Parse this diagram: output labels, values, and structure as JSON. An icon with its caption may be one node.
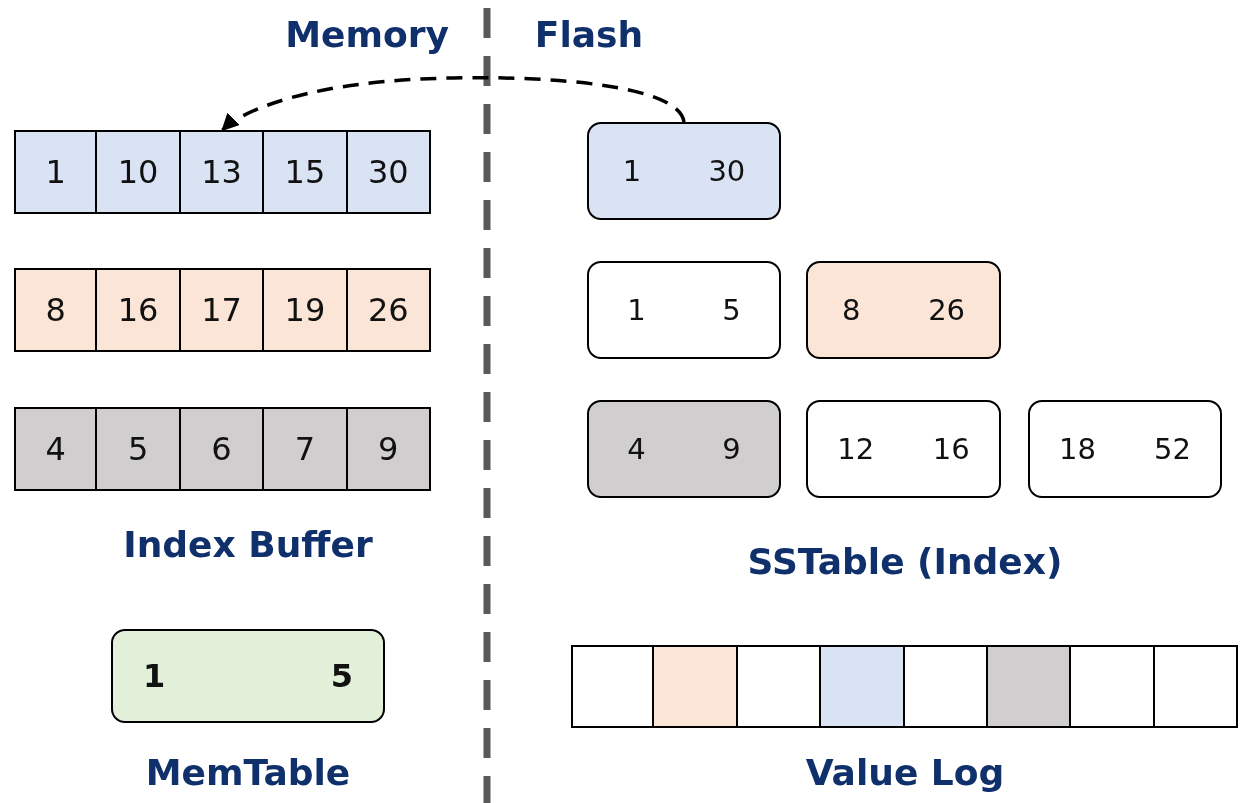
{
  "diagram": {
    "nodes": [
      {
        "text": [
          "1"
        ]
      },
      {
        "text": [
          "10"
        ]
      },
      {
        "text": [
          "13"
        ]
      },
      {
        "text": [
          "15"
        ]
      },
      {
        "text": [
          "30"
        ]
      },
      {
        "text": [
          "1",
          "30"
        ]
      },
      {
        "text": [
          "8"
        ]
      },
      {
        "text": [
          "16"
        ]
      },
      {
        "text": [
          "17"
        ]
      },
      {
        "text": [
          "19"
        ]
      },
      {
        "text": [
          "26"
        ]
      },
      {
        "text": [
          "1",
          "5"
        ]
      },
      {
        "text": [
          "8",
          "26"
        ]
      },
      {
        "text": [
          "4"
        ]
      },
      {
        "text": [
          "5"
        ]
      },
      {
        "text": [
          "6"
        ]
      },
      {
        "text": [
          "7"
        ]
      },
      {
        "text": [
          "9"
        ]
      },
      {
        "text": [
          "4",
          "9"
        ]
      },
      {
        "text": [
          "12",
          "16"
        ]
      },
      {
        "text": [
          "18",
          "52"
        ]
      },
      {
        "text": [
          "1",
          "5"
        ]
      },
      {
        "text": [],
        "shape": "box"
      },
      {
        "text": [],
        "shape": "box"
      },
      {
        "text": [],
        "shape": "box"
      },
      {
        "text": [],
        "shape": "box"
      },
      {
        "text": [],
        "shape": "box"
      },
      {
        "text": [],
        "shape": "box"
      },
      {
        "text": [],
        "shape": "box"
      },
      {
        "text": [],
        "shape": "box"
      }
    ],
    "edges": [
      {
        "from": 5,
        "to": 2,
        "arrow": "to",
        "style": "dashed"
      }
    ],
    "labels": [
      "Memory",
      "Flash",
      "Index Buffer",
      "SSTable (Index)",
      "MemTable",
      "Value Log"
    ]
  }
}
